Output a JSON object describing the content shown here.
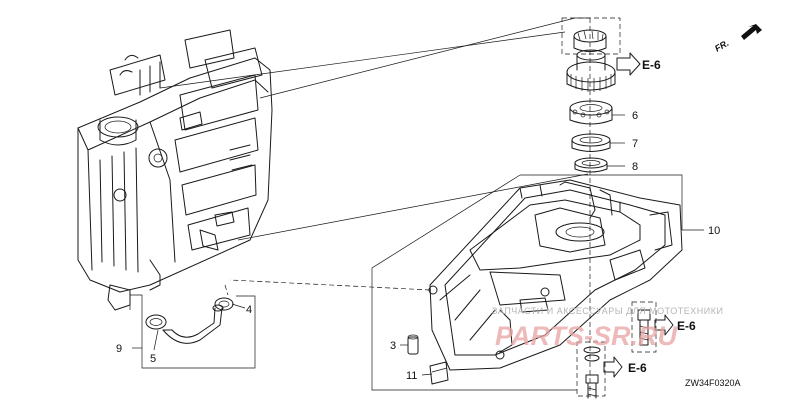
{
  "callouts": [
    "3",
    "4",
    "5",
    "6",
    "7",
    "8",
    "9",
    "10",
    "11"
  ],
  "ref_label": "E-6",
  "direction_label": "FR.",
  "diagram_code": "ZW34F0320A",
  "watermark": {
    "line1": "ЗАПЧАСТИ И АКСЕССУАРЫ ДЛЯ МОТОТЕХНИКИ",
    "line2": "PARTS-SR.RU"
  }
}
